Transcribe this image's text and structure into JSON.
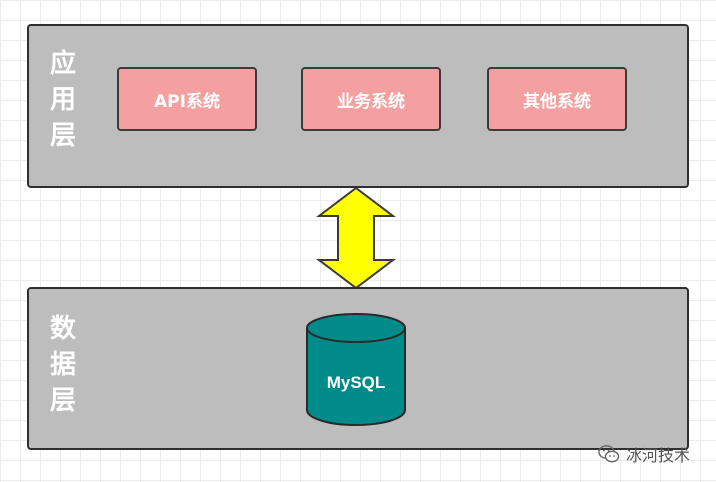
{
  "app_layer": {
    "label_chars": [
      "应",
      "用",
      "层"
    ],
    "systems": [
      {
        "label": "API系统"
      },
      {
        "label": "业务系统"
      },
      {
        "label": "其他系统"
      }
    ]
  },
  "data_layer": {
    "label_chars": [
      "数",
      "据",
      "层"
    ],
    "database": {
      "label": "MySQL"
    }
  },
  "connector": {
    "type": "double-arrow",
    "color": "#ffff00"
  },
  "watermark": {
    "icon": "wechat-icon",
    "text": "冰河技术"
  },
  "colors": {
    "layer_fill": "#bdbdbd",
    "system_fill": "#f5a0a0",
    "database_fill": "#008b8b",
    "arrow_fill": "#ffff00"
  }
}
